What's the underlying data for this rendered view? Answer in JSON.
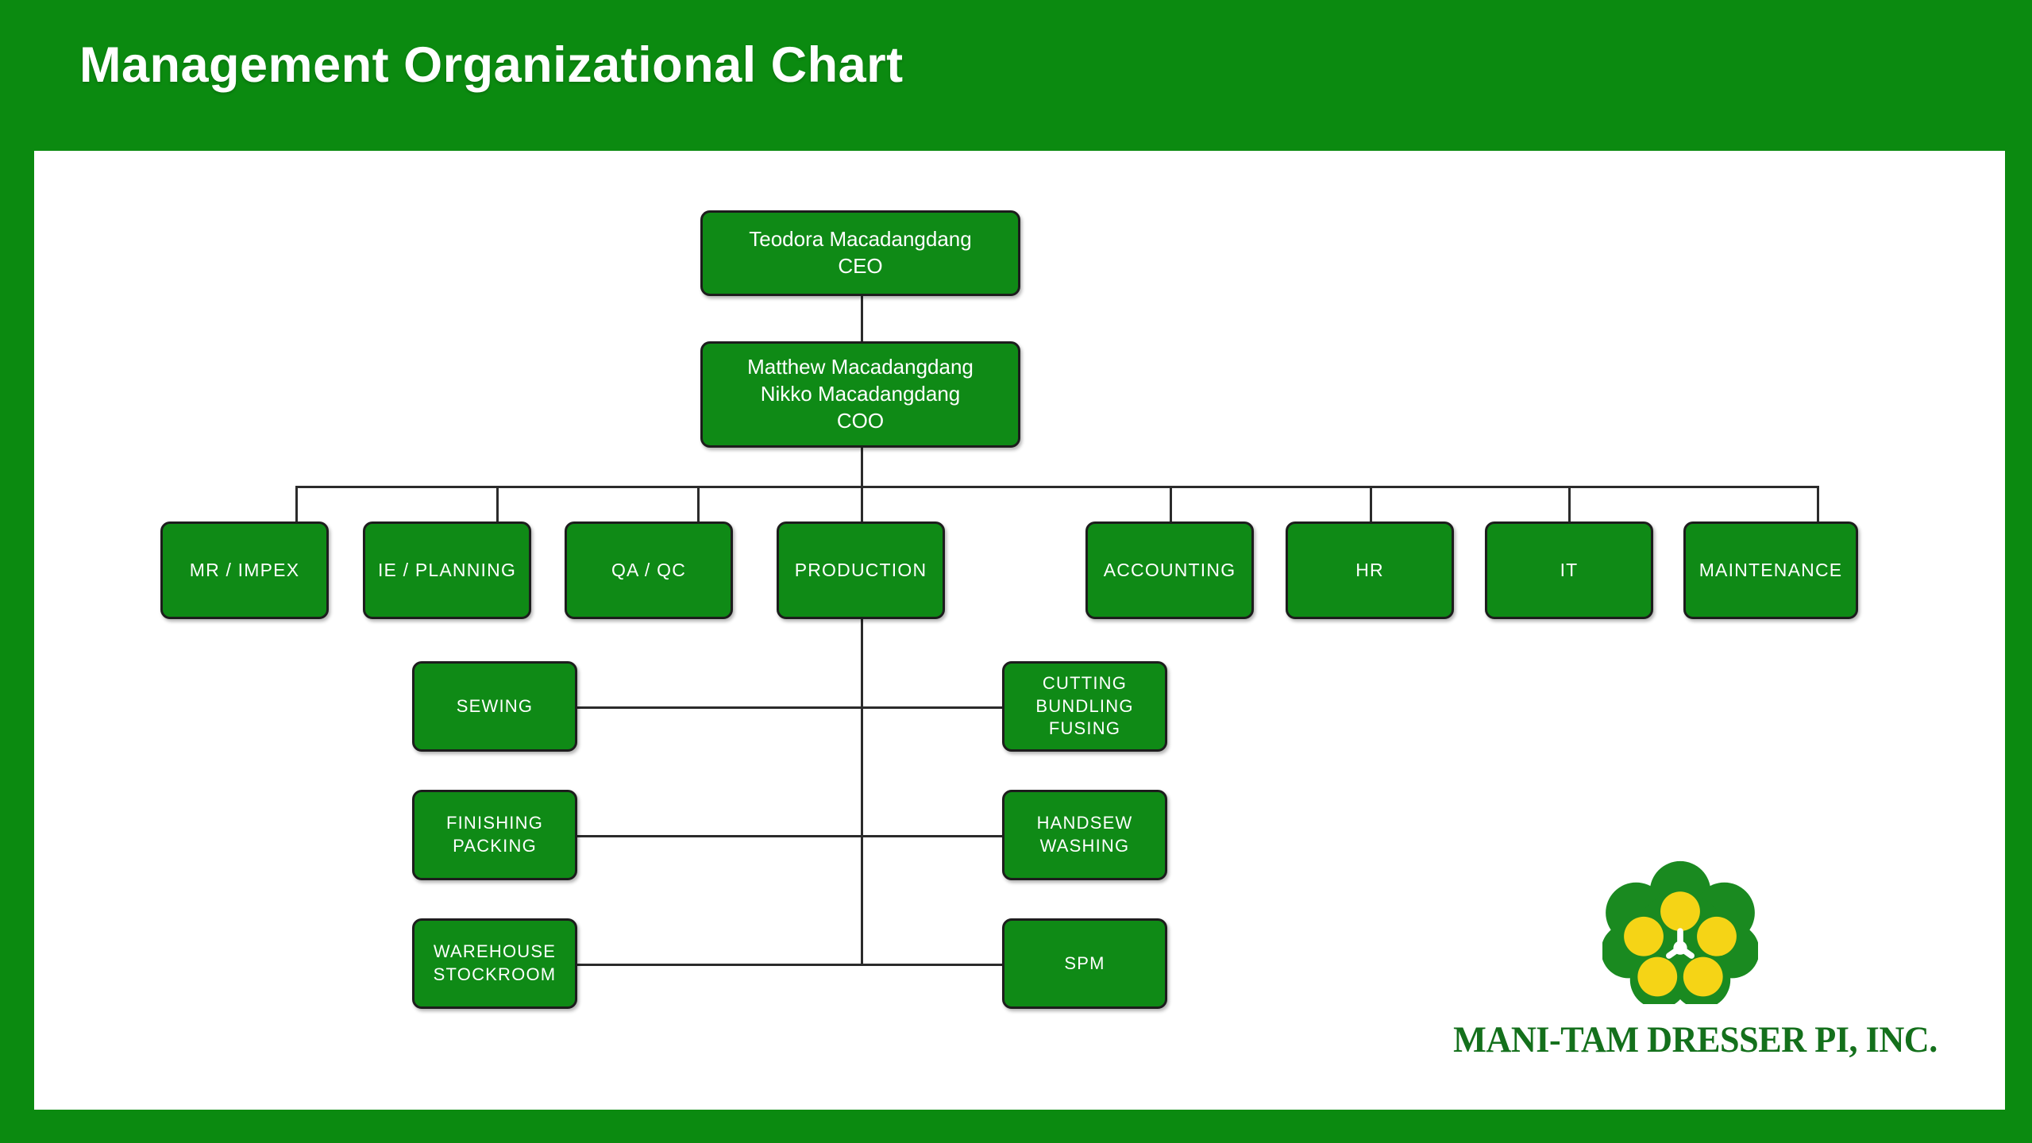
{
  "header": {
    "title": "Management Organizational Chart",
    "band_color": "#0b8a10"
  },
  "theme": {
    "node_fill": "#0f8a16",
    "node_border": "#1d1d1d",
    "node_text": "#ffffff",
    "connector": "#2b2b2b",
    "canvas": "#ffffff",
    "logo_green": "#1a8a20",
    "logo_yellow": "#f5d416",
    "logo_text_green": "#14701c"
  },
  "chart_data": {
    "type": "diagram",
    "title": "Management Organizational Chart",
    "nodes": [
      {
        "id": "ceo",
        "level": 0,
        "lines": [
          "Teodora Macadangdang",
          "CEO"
        ]
      },
      {
        "id": "coo",
        "level": 1,
        "lines": [
          "Matthew Macadangdang",
          "Nikko Macadangdang",
          "COO"
        ]
      },
      {
        "id": "mr-impex",
        "level": 2,
        "lines": [
          "MR / IMPEX"
        ]
      },
      {
        "id": "ie-planning",
        "level": 2,
        "lines": [
          "IE / PLANNING"
        ]
      },
      {
        "id": "qa-qc",
        "level": 2,
        "lines": [
          "QA / QC"
        ]
      },
      {
        "id": "production",
        "level": 2,
        "lines": [
          "PRODUCTION"
        ]
      },
      {
        "id": "accounting",
        "level": 2,
        "lines": [
          "ACCOUNTING"
        ]
      },
      {
        "id": "hr",
        "level": 2,
        "lines": [
          "HR"
        ]
      },
      {
        "id": "it",
        "level": 2,
        "lines": [
          "IT"
        ]
      },
      {
        "id": "maintenance",
        "level": 2,
        "lines": [
          "MAINTENANCE"
        ]
      },
      {
        "id": "sewing",
        "level": 3,
        "lines": [
          "SEWING"
        ]
      },
      {
        "id": "cutting",
        "level": 3,
        "lines": [
          "CUTTING",
          "BUNDLING",
          "FUSING"
        ]
      },
      {
        "id": "finishing",
        "level": 3,
        "lines": [
          "FINISHING",
          "PACKING"
        ]
      },
      {
        "id": "handsew",
        "level": 3,
        "lines": [
          "HANDSEW",
          "WASHING"
        ]
      },
      {
        "id": "warehouse",
        "level": 3,
        "lines": [
          "WAREHOUSE",
          "STOCKROOM"
        ]
      },
      {
        "id": "spm",
        "level": 3,
        "lines": [
          "SPM"
        ]
      }
    ],
    "edges": [
      {
        "from": "ceo",
        "to": "coo"
      },
      {
        "from": "coo",
        "to": "mr-impex"
      },
      {
        "from": "coo",
        "to": "ie-planning"
      },
      {
        "from": "coo",
        "to": "qa-qc"
      },
      {
        "from": "coo",
        "to": "production"
      },
      {
        "from": "coo",
        "to": "accounting"
      },
      {
        "from": "coo",
        "to": "hr"
      },
      {
        "from": "coo",
        "to": "it"
      },
      {
        "from": "coo",
        "to": "maintenance"
      },
      {
        "from": "production",
        "to": "sewing"
      },
      {
        "from": "production",
        "to": "cutting"
      },
      {
        "from": "production",
        "to": "finishing"
      },
      {
        "from": "production",
        "to": "handsew"
      },
      {
        "from": "production",
        "to": "warehouse"
      },
      {
        "from": "production",
        "to": "spm"
      }
    ]
  },
  "nodes": {
    "ceo": {
      "name": "Teodora Macadangdang",
      "role": "CEO"
    },
    "coo": {
      "name1": "Matthew Macadangdang",
      "name2": "Nikko Macadangdang",
      "role": "COO"
    },
    "mr_impex": {
      "label": "MR / IMPEX"
    },
    "ie_planning": {
      "label": "IE / PLANNING"
    },
    "qa_qc": {
      "label": "QA / QC"
    },
    "production": {
      "label": "PRODUCTION"
    },
    "accounting": {
      "label": "ACCOUNTING"
    },
    "hr": {
      "label": "HR"
    },
    "it": {
      "label": "IT"
    },
    "maintenance": {
      "label": "MAINTENANCE"
    },
    "sewing": {
      "label": "SEWING"
    },
    "cutting": {
      "line1": "CUTTING",
      "line2": "BUNDLING",
      "line3": "FUSING"
    },
    "finishing": {
      "line1": "FINISHING",
      "line2": "PACKING"
    },
    "handsew": {
      "line1": "HANDSEW",
      "line2": "WASHING"
    },
    "warehouse": {
      "line1": "WAREHOUSE",
      "line2": "STOCKROOM"
    },
    "spm": {
      "label": "SPM"
    }
  },
  "logo": {
    "company_name": "MANI-TAM DRESSER PI, INC.",
    "mark_name": "flower-logo"
  }
}
